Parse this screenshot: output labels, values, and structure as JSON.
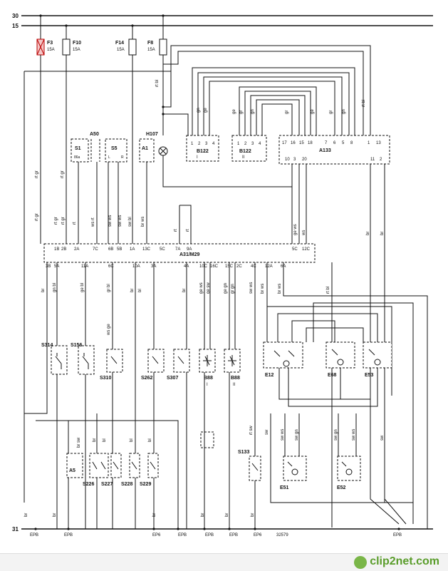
{
  "rails": {
    "r30": "30",
    "r15": "15",
    "r31": "31"
  },
  "fuses": [
    {
      "id": "F3",
      "rating": "15A"
    },
    {
      "id": "F10",
      "rating": "15A"
    },
    {
      "id": "F14",
      "rating": "15A"
    },
    {
      "id": "F8",
      "rating": "15A"
    }
  ],
  "modules": {
    "b122_1": "B122",
    "b122_1_sub": "I",
    "b122_2": "B122",
    "b122_2_sub": "II",
    "a133": "A133",
    "a31": "A31/M29",
    "a50": "A50",
    "h107": "H107",
    "a1": "A1",
    "s1": "S1",
    "s5": "S5",
    "s5_l": "L",
    "s5_r": "R",
    "s1_86": "86a"
  },
  "switches": [
    "S314",
    "S156",
    "S310",
    "S262",
    "S307",
    "B88",
    "B88",
    "S133",
    "E12",
    "E68",
    "E53",
    "E51",
    "E52",
    "S226",
    "S227",
    "S228",
    "S229",
    "A5"
  ],
  "switch_subs": {
    "b88a": "I",
    "b88b": "II"
  },
  "a31_top_pins": [
    "1B",
    "2B",
    "2A",
    "7C",
    "6B",
    "5B",
    "1A",
    "13C",
    "5C",
    "7A",
    "9A",
    "5C",
    "12C"
  ],
  "a31_bottom_pins": [
    "3B",
    "5A",
    "11A",
    "6C",
    "10A",
    "3A",
    "4A",
    "10C",
    "16C",
    "15C",
    "2C",
    "4C",
    "12A",
    "6A"
  ],
  "a133_pins_top": [
    "17",
    "16",
    "15",
    "18",
    "7",
    "6",
    "5",
    "8",
    "1",
    "13"
  ],
  "a133_pins_bottom": [
    "10",
    "3",
    "20",
    "11",
    "2"
  ],
  "b122_pins": [
    "1",
    "2",
    "3",
    "4"
  ],
  "wire_colors": {
    "rt_bl": "rt bl",
    "rt_gr": "rt gr",
    "ws_rt": "ws rt",
    "sw_ws": "sw ws",
    "sw_bl": "sw bl",
    "br_ws": "br ws",
    "rt": "rt",
    "ge_ws": "ge ws",
    "ws": "ws",
    "gn": "gn",
    "ge": "ge",
    "gr": "gr",
    "br": "br",
    "gn_bl": "gn bl",
    "ge_bl": "ge bl",
    "ws_ge": "ws ge",
    "bl": "bl",
    "gr_bl": "gr bl",
    "ge_sw": "ge sw",
    "ge_gn": "ge gn",
    "sw_gn": "sw gn",
    "sw": "sw",
    "br_sw": "br sw",
    "rt_sw": "rt sw",
    "gr_gn": "gr gn",
    "sw_ge": "sw ge",
    "gn_ws": "gn ws"
  },
  "grounds": [
    "EPB",
    "EPB",
    "EP6",
    "EPB",
    "EPB",
    "EPB",
    "EP6",
    "EPB"
  ],
  "drawing_number": "32579",
  "watermark": "clip2net.com"
}
